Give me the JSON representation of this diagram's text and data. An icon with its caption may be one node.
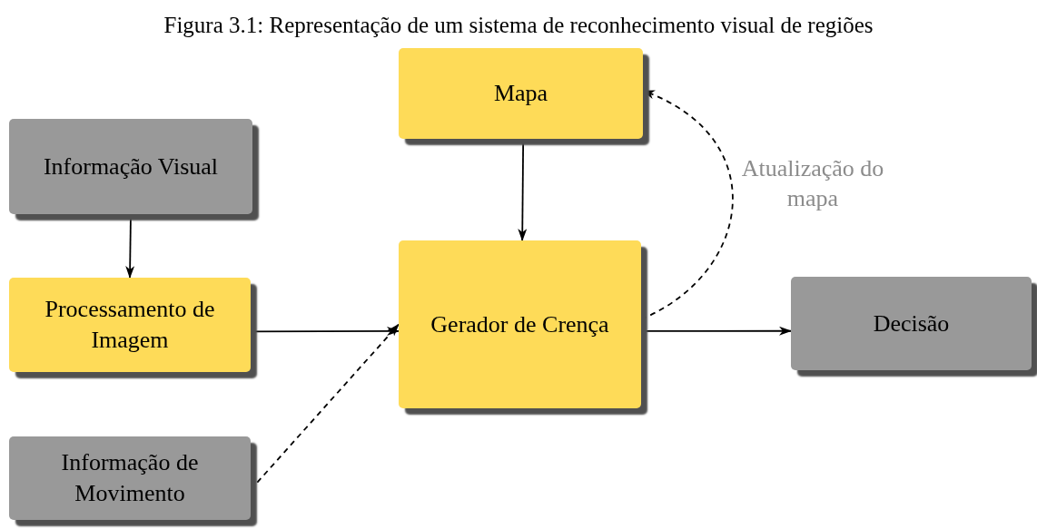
{
  "diagram": {
    "title": "Figura 3.1: Representação de um sistema de reconhecimento visual de regiões",
    "nodes": [
      {
        "text": [
          "Informação Visual"
        ]
      },
      {
        "text": [
          "Processamento de Imagem"
        ]
      },
      {
        "text": [
          "Informação de Movimento"
        ]
      },
      {
        "text": [
          "Mapa"
        ]
      },
      {
        "text": [
          "Gerador de Crença"
        ]
      },
      {
        "text": [
          "Decisão"
        ]
      }
    ],
    "edges": [
      {
        "from": 0,
        "to": 1,
        "arrow": "to"
      },
      {
        "from": 1,
        "to": 4,
        "arrow": "to"
      },
      {
        "from": 2,
        "to": 4,
        "arrow": "to",
        "style": "dashed"
      },
      {
        "from": 3,
        "to": 4,
        "arrow": "to"
      },
      {
        "from": 4,
        "to": 5,
        "arrow": "to"
      },
      {
        "from": 4,
        "to": 3,
        "arrow": "to",
        "style": "dashed",
        "label": "Atualização do mapa"
      }
    ]
  }
}
